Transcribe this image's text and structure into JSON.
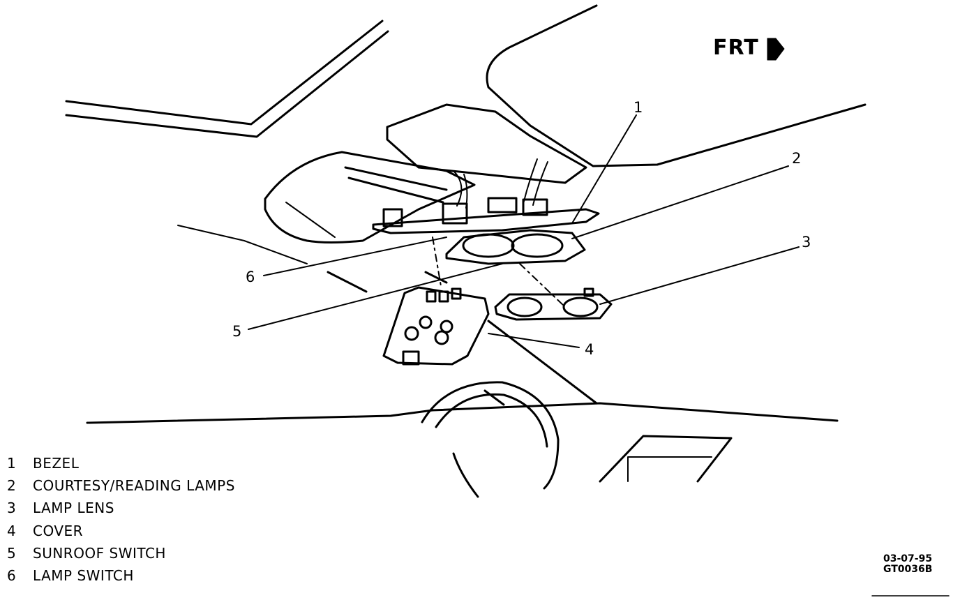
{
  "direction_label": "FRT",
  "callouts": [
    "1",
    "2",
    "3",
    "4",
    "5",
    "6"
  ],
  "legend": [
    {
      "number": "1",
      "label": "BEZEL"
    },
    {
      "number": "2",
      "label": "COURTESY/READING LAMPS"
    },
    {
      "number": "3",
      "label": "LAMP LENS"
    },
    {
      "number": "4",
      "label": "COVER"
    },
    {
      "number": "5",
      "label": "SUNROOF SWITCH"
    },
    {
      "number": "6",
      "label": "LAMP SWITCH"
    }
  ],
  "reference": {
    "date": "03-07-95",
    "code": "GT0036B"
  }
}
